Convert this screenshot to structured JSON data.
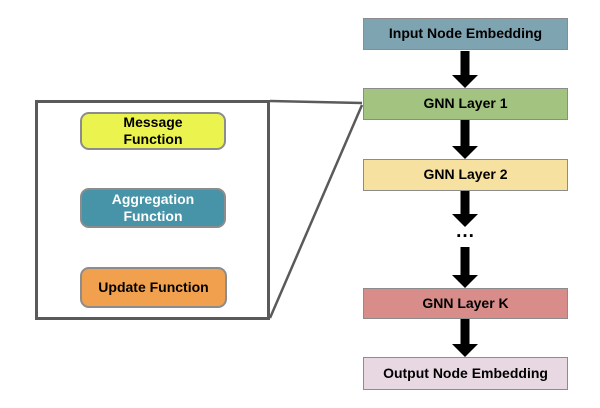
{
  "diagram_title": "GNN layer stack with zoomed-in layer internals",
  "colors": {
    "input_node_embedding_bg": "#7EA3B1",
    "gnn_layer_1_bg": "#A2C480",
    "gnn_layer_2_bg": "#F6E1A0",
    "gnn_layer_k_bg": "#D88D8A",
    "output_node_embedding_bg": "#E7D8E1",
    "message_function_bg": "#EBF34E",
    "aggregation_function_bg": "#4793A8",
    "update_function_bg": "#F1A04E",
    "box_border": "#8C8C8C",
    "panel_border": "#5A5A5A",
    "arrow": "#000000"
  },
  "main_flow": {
    "nodes": [
      {
        "label": "Input Node Embedding",
        "bg": "#7EA3B1",
        "fg": "#000000"
      },
      {
        "label": "GNN Layer 1",
        "bg": "#A2C480",
        "fg": "#000000"
      },
      {
        "label": "GNN Layer 2",
        "bg": "#F6E1A0",
        "fg": "#000000"
      },
      {
        "label": "...",
        "bg": "",
        "fg": "#000000"
      },
      {
        "label": "GNN Layer K",
        "bg": "#D88D8A",
        "fg": "#000000"
      },
      {
        "label": "Output Node Embedding",
        "bg": "#E7D8E1",
        "fg": "#000000"
      }
    ]
  },
  "detail_flow": {
    "nodes": [
      {
        "label": "Message\nFunction",
        "bg": "#EBF34E",
        "fg": "#000000"
      },
      {
        "label": "Aggregation\nFunction",
        "bg": "#4793A8",
        "fg": "#FFFFFF"
      },
      {
        "label": "Update Function",
        "bg": "#F1A04E",
        "fg": "#000000"
      }
    ]
  }
}
